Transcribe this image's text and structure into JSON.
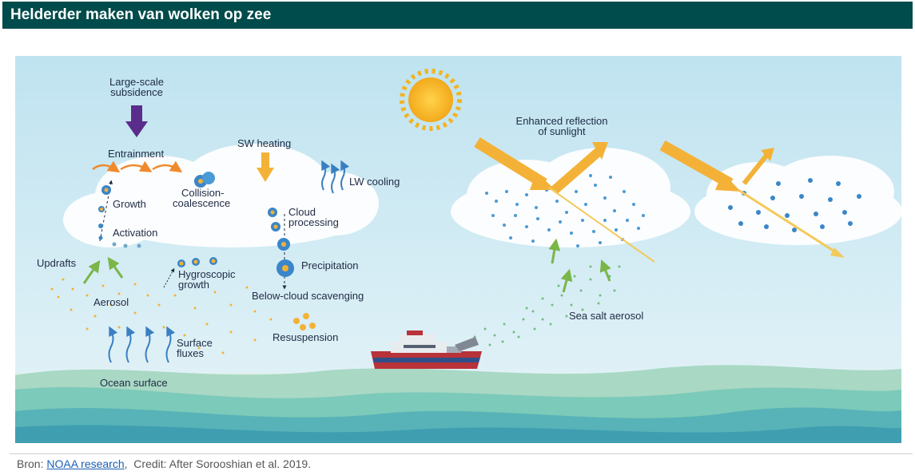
{
  "header": {
    "title": "Helderder maken van wolken op zee"
  },
  "labels": {
    "subsidence_1": "Large-scale",
    "subsidence_2": "subsidence",
    "entrainment": "Entrainment",
    "growth": "Growth",
    "collision_1": "Collision-",
    "collision_2": "coalescence",
    "activation": "Activation",
    "updrafts": "Updrafts",
    "hygroscopic_1": "Hygroscopic",
    "hygroscopic_2": "growth",
    "aerosol": "Aerosol",
    "surface_fluxes_1": "Surface",
    "surface_fluxes_2": "fluxes",
    "ocean_surface": "Ocean surface",
    "sw_heating": "SW heating",
    "lw_cooling": "LW cooling",
    "cloud_processing_1": "Cloud",
    "cloud_processing_2": "processing",
    "precipitation": "Precipitation",
    "below_cloud": "Below-cloud scavenging",
    "resuspension": "Resuspension",
    "reflection_1": "Enhanced reflection",
    "reflection_2": "of sunlight",
    "sea_salt": "Sea salt aerosol"
  },
  "footer": {
    "prefix": "Bron: ",
    "link_text": "NOAA research",
    "separator": ",  ",
    "credit": "Credit: After Sorooshian et al. 2019."
  }
}
